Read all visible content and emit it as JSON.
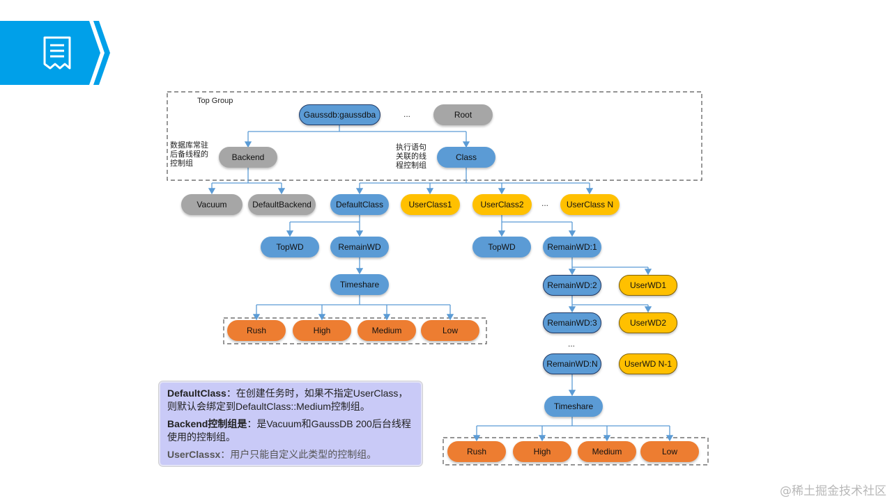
{
  "banner": {
    "icon": "document-icon",
    "color": "#00a0e9"
  },
  "groups": {
    "top_group_label": "Top Group"
  },
  "nodes": {
    "gaussdb": "Gaussdb:gaussdba",
    "root": "Root",
    "backend": "Backend",
    "class": "Class",
    "vacuum": "Vacuum",
    "default_backend": "DefaultBackend",
    "default_class": "DefaultClass",
    "userclass1": "UserClass1",
    "userclass2": "UserClass2",
    "userclassn": "UserClass N",
    "topwd_left": "TopWD",
    "remainwd_left": "RemainWD",
    "timeshare_left": "Timeshare",
    "rush_left": "Rush",
    "high_left": "High",
    "medium_left": "Medium",
    "low_left": "Low",
    "topwd_right": "TopWD",
    "remainwd1": "RemainWD:1",
    "remainwd2": "RemainWD:2",
    "userwd1": "UserWD1",
    "remainwd3": "RemainWD:3",
    "userwd2": "UserWD2",
    "remainwdn": "RemainWD:N",
    "userwdn1": "UserWD N-1",
    "timeshare_right": "Timeshare",
    "rush_right": "Rush",
    "high_right": "High",
    "medium_right": "Medium",
    "low_right": "Low"
  },
  "labels": {
    "backend_desc_1": "数据库常驻",
    "backend_desc_2": "后备线程的",
    "backend_desc_3": "控制组",
    "class_desc_1": "执行语句",
    "class_desc_2": "关联的线",
    "class_desc_3": "程控制组",
    "ellipsis": "..."
  },
  "note": {
    "p1_bold": "DefaultClass",
    "p1_text": "：在创建任务时，如果不指定UserClass，则默认会绑定到DefaultClass::Medium控制组。",
    "p2_bold": "Backend控制组是",
    "p2_text": "：是Vacuum和GaussDB 200后台线程使用的控制组。",
    "p3_bold": "UserClassx",
    "p3_text": "：用户只能自定义此类型的控制组。"
  },
  "watermark": "@稀土掘金技术社区",
  "colors": {
    "blue": "#5b9bd5",
    "gray": "#a6a6a6",
    "yellow": "#ffc000",
    "orange": "#ed7d31",
    "note_bg": "#c9caf7",
    "line": "#5b9bd5"
  }
}
